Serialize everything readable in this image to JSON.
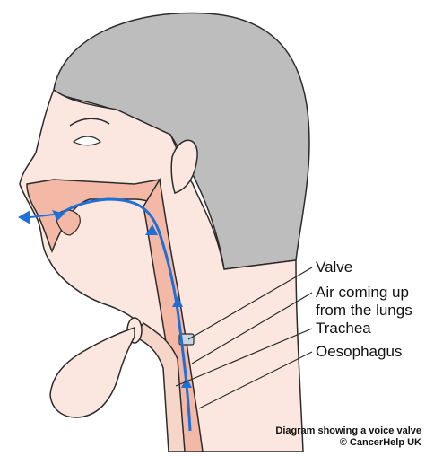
{
  "labels": {
    "valve": "Valve",
    "air_line1": "Air coming up",
    "air_line2": "from the lungs",
    "trachea": "Trachea",
    "oesophagus": "Oesophagus"
  },
  "caption": {
    "line1": "Diagram showing a voice valve",
    "line2": "© CancerHelp UK"
  },
  "colors": {
    "hair": "#bdbdbd",
    "skin": "#fbe7df",
    "tissue": "#f3b8a6",
    "airflow": "#1f6fd6",
    "outline": "#2b2b2b",
    "valve": "#c9d4e6"
  },
  "icons": {
    "airflow-arrow": "arrow"
  }
}
